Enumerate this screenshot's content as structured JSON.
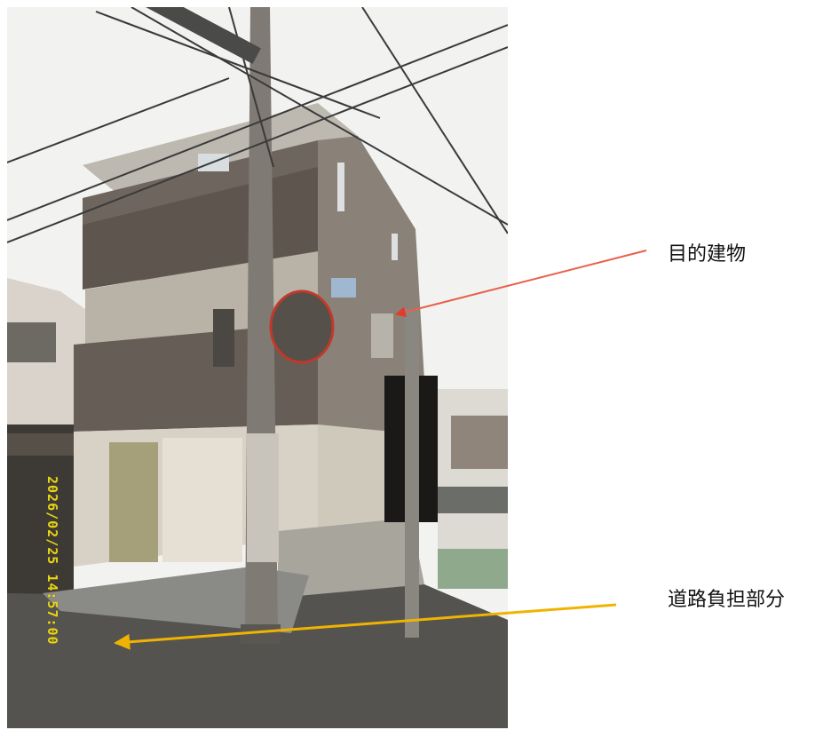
{
  "photo": {
    "timestamp": "2026/02/25  14:57:00",
    "timestamp_color": "#e8d41a"
  },
  "annotations": {
    "target_building": {
      "label": "目的建物",
      "arrow_color": "#e8604a"
    },
    "road_burden": {
      "label": "道路負担部分",
      "arrow_color": "#f0b400"
    }
  }
}
